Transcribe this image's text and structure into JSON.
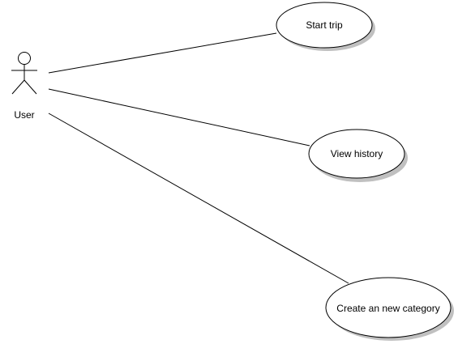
{
  "actor": {
    "name": "User"
  },
  "use_cases": [
    {
      "label": "Start trip"
    },
    {
      "label": "View history"
    },
    {
      "label": "Create an new category"
    }
  ],
  "style": {
    "stroke": "#000000",
    "fill": "#ffffff",
    "shadow": "#c0c0c0"
  }
}
